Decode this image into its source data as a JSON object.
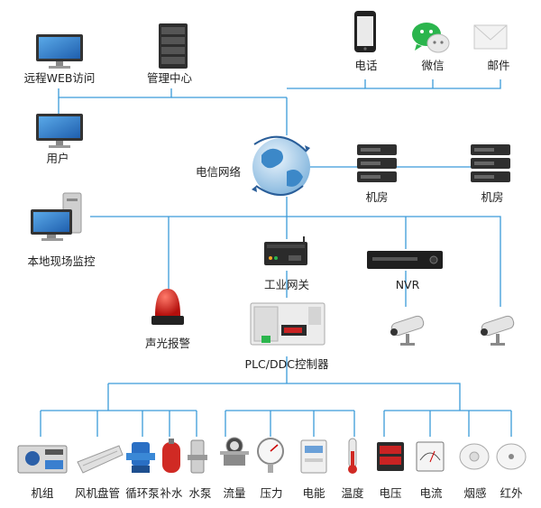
{
  "colors": {
    "line": "#3a9ad9",
    "dark": "#2b2b2b",
    "screen": "#2a74c9",
    "red": "#d9231f",
    "green": "#2bb54d"
  },
  "nodes": {
    "web_access": "远程WEB访问",
    "management_center": "管理中心",
    "phone": "电话",
    "wechat": "微信",
    "email": "邮件",
    "user": "用户",
    "telecom_network": "电信网络",
    "machine_room_1": "机房",
    "machine_room_2": "机房",
    "local_monitoring": "本地现场监控",
    "industrial_gateway": "工业网关",
    "nvr": "NVR",
    "sound_light_alarm": "声光报警",
    "controller": "PLC/DDC控制器"
  },
  "devices": [
    "机组",
    "风机盘管",
    "循环泵",
    "补水",
    "水泵",
    "流量",
    "压力",
    "电能",
    "温度",
    "电压",
    "电流",
    "烟感",
    "红外"
  ]
}
